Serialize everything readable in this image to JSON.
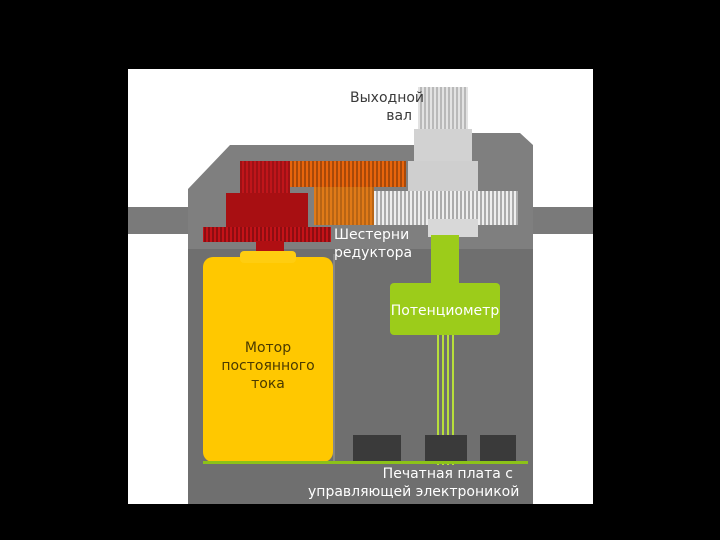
{
  "diagram": {
    "labels": {
      "output_shaft": [
        "Выходной",
        "вал"
      ],
      "gears": [
        "Шестерни",
        "редуктора"
      ],
      "potentiometer": "Потенциометр",
      "motor": [
        "Мотор",
        "постоянного",
        "тока"
      ],
      "pcb": [
        "Печатная плата с",
        "управляющей электроникой"
      ]
    },
    "colors": {
      "background": "#000000",
      "panel": "#ffffff",
      "body_dark": "#6f6f6f",
      "body_light": "#909090",
      "motor": "#ffc800",
      "red_gear": "#b30f10",
      "orange_gear": "#e8650c",
      "white_gear": "#e8e8e8",
      "potentiometer": "#9ccc1a",
      "chip": "#3a3a3a"
    }
  }
}
